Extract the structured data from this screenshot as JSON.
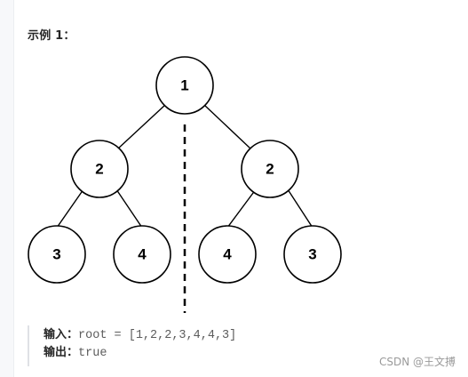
{
  "example": {
    "heading": "示例 1："
  },
  "tree": {
    "root": "1",
    "level2": [
      "2",
      "2"
    ],
    "level3": [
      "3",
      "4",
      "4",
      "3"
    ]
  },
  "io": {
    "input_label": "输入：",
    "input_value": "root = [1,2,2,3,4,4,3]",
    "output_label": "输出：",
    "output_value": "true"
  },
  "watermark": "CSDN @王文搏"
}
